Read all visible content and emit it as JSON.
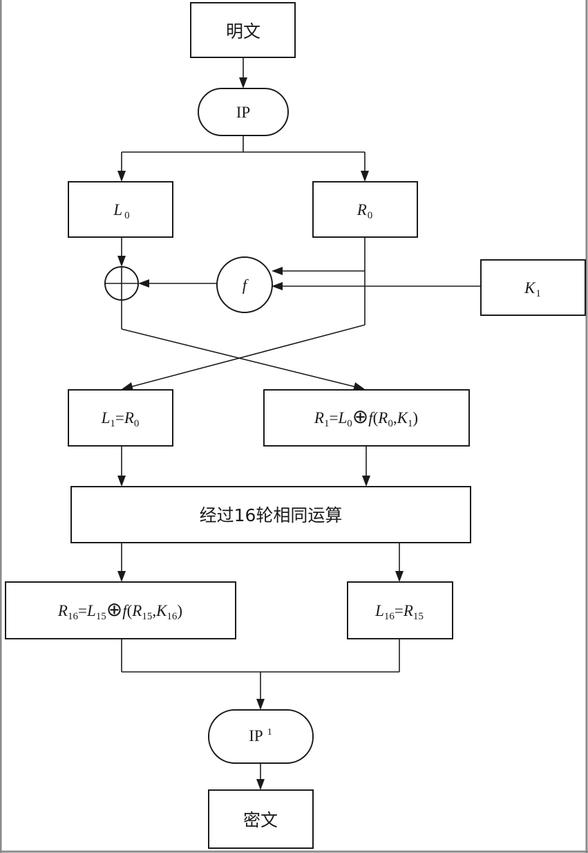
{
  "nodes": {
    "plaintext": {
      "label": "明文"
    },
    "ip": {
      "label": "IP"
    },
    "l0": {
      "var": "L",
      "sub": "0"
    },
    "r0": {
      "var": "R",
      "sub": "0"
    },
    "xor_op": {
      "symbol": "⊕"
    },
    "f_func": {
      "label": "f"
    },
    "k1": {
      "var": "K",
      "sub": "1"
    },
    "l1": {
      "lhs_var": "L",
      "lhs_sub": "1",
      "eq": "=",
      "rhs_var": "R",
      "rhs_sub": "0"
    },
    "r1": {
      "lhs_var": "R",
      "lhs_sub": "1",
      "eq": "=",
      "a_var": "L",
      "a_sub": "0",
      "op": "⊕",
      "f": "f",
      "open": "(",
      "b_var": "R",
      "b_sub": "0",
      "comma": ",",
      "c_var": "K",
      "c_sub": "1",
      "close": ")"
    },
    "rounds": {
      "label": "经过16轮相同运算"
    },
    "r16": {
      "lhs_var": "R",
      "lhs_sub": "16",
      "eq": "=",
      "a_var": "L",
      "a_sub": "15",
      "op": "⊕",
      "f": "f",
      "open": "(",
      "b_var": "R",
      "b_sub": "15",
      "comma": ",",
      "c_var": "K",
      "c_sub": "16",
      "close": ")"
    },
    "l16": {
      "lhs_var": "L",
      "lhs_sub": "16",
      "eq": "=",
      "rhs_var": "R",
      "rhs_sub": "15"
    },
    "ip_inv": {
      "label": "IP",
      "sup": "1"
    },
    "ciphertext": {
      "label": "密文"
    }
  }
}
